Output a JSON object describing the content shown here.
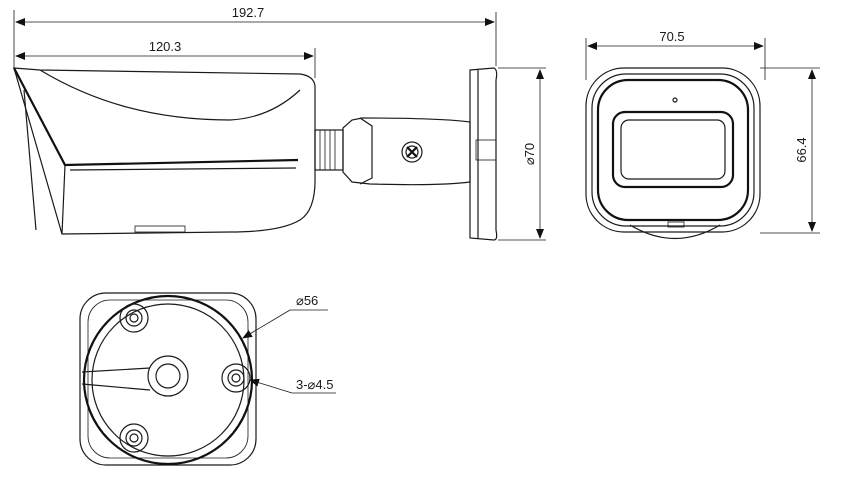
{
  "diagram": {
    "side_view": {
      "total_length": "192.7",
      "body_length": "120.3",
      "mount_diameter": "⌀70"
    },
    "front_view": {
      "width": "70.5",
      "height": "66.4"
    },
    "bottom_view": {
      "base_diameter": "⌀56",
      "holes": "3-⌀4.5"
    }
  }
}
